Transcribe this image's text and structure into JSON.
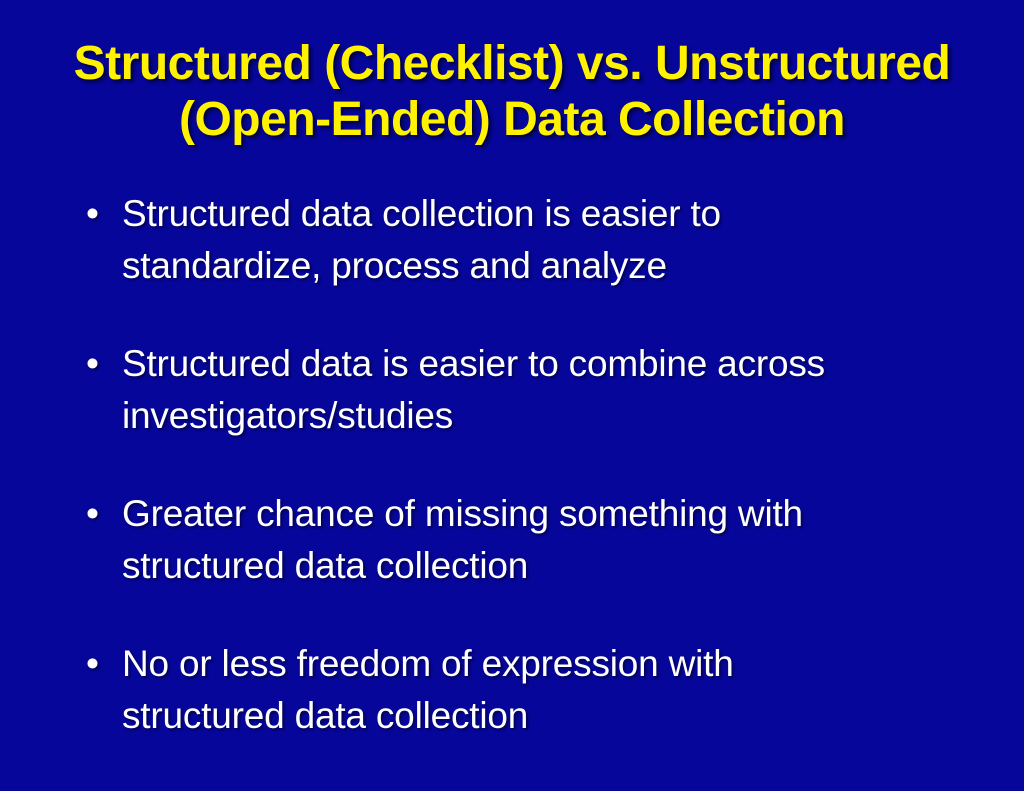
{
  "slide": {
    "title": "Structured (Checklist) vs. Unstructured\n(Open-Ended) Data Collection",
    "bullet_char": "•",
    "bullets": [
      {
        "text": "Structured data collection is easier to\nstandardize, process and analyze"
      },
      {
        "text": "Structured data is easier to combine across\ninvestigators/studies"
      },
      {
        "text": "Greater chance of missing something with\nstructured data collection"
      },
      {
        "text": "No or less freedom of expression with\nstructured data collection"
      }
    ],
    "colors": {
      "background": "#06069a",
      "title": "#fff200",
      "body_text": "#ffffff"
    }
  }
}
